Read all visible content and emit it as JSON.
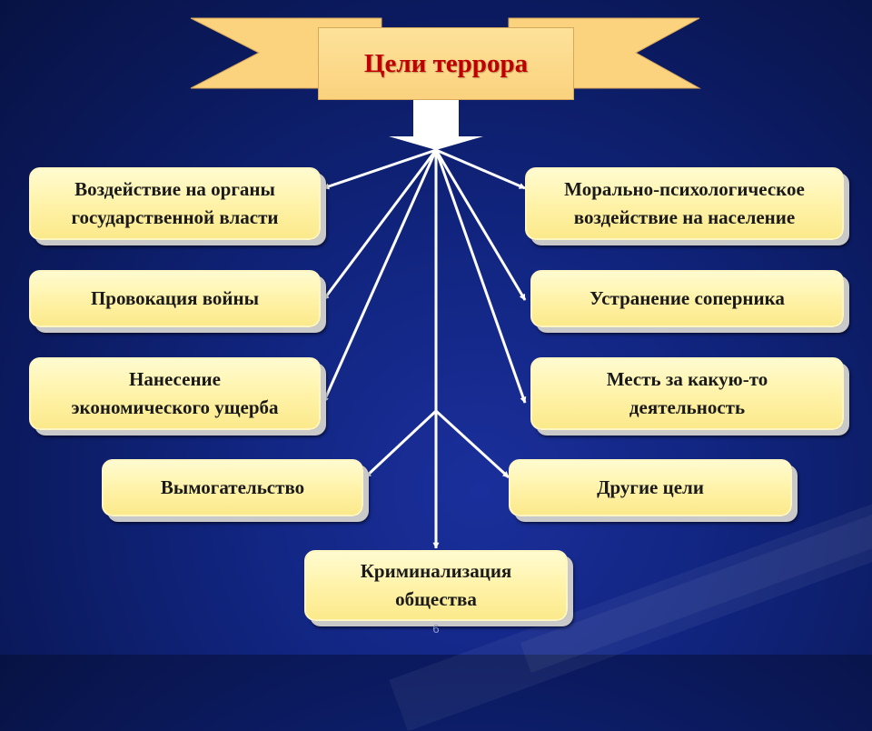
{
  "title": "Цели террора",
  "goals": {
    "left": [
      [
        "Воздействие на органы",
        "государственной власти"
      ],
      [
        "Провокация войны"
      ],
      [
        "Нанесение",
        "экономического ущерба"
      ],
      [
        "Вымогательство"
      ]
    ],
    "right": [
      [
        "Морально-психологическое",
        "воздействие на население"
      ],
      [
        "Устранение соперника"
      ],
      [
        "Месть за какую-то",
        "деятельность"
      ],
      [
        "Другие цели"
      ]
    ],
    "bottom": [
      "Криминализация",
      "общества"
    ]
  },
  "page_number": "6",
  "colors": {
    "banner": "#fbd27e",
    "title_text": "#c00000",
    "box_fill": "#fff2a6",
    "background": "#112581",
    "arrows": "#ffffff"
  }
}
